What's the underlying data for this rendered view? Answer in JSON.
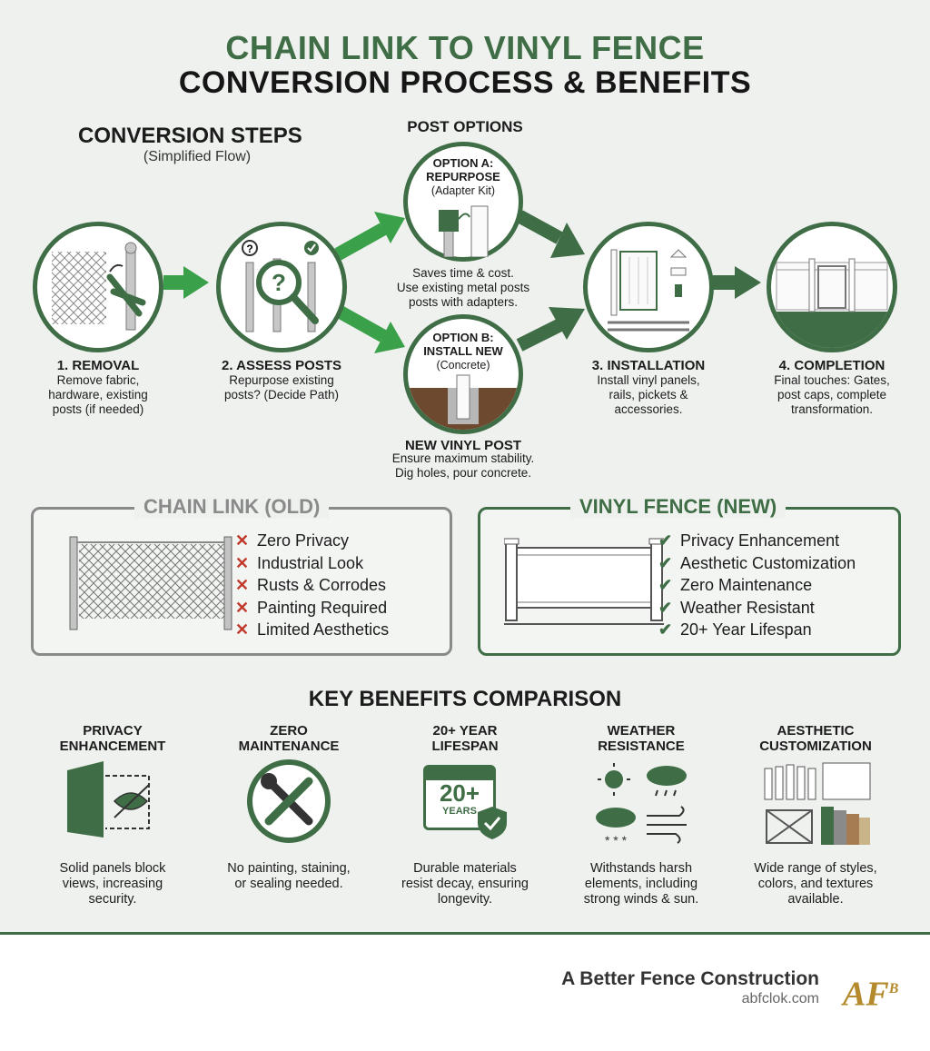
{
  "header": {
    "title_line1": "CHAIN LINK TO VINYL FENCE",
    "title_line2": "CONVERSION PROCESS & BENEFITS"
  },
  "steps": {
    "heading": "CONVERSION STEPS",
    "subheading": "(Simplified Flow)",
    "items": [
      {
        "title": "1. REMOVAL",
        "desc": [
          "Remove fabric,",
          "hardware, existing",
          "posts (if needed)"
        ]
      },
      {
        "title": "2. ASSESS POSTS",
        "desc": [
          "Repurpose existing",
          "posts? (Decide Path)"
        ]
      },
      {
        "title": "3. INSTALLATION",
        "desc": [
          "Install vinyl panels,",
          "rails, pickets &",
          "accessories."
        ]
      },
      {
        "title": "4. COMPLETION",
        "desc": [
          "Final touches: Gates,",
          "post caps, complete",
          "transformation."
        ]
      }
    ]
  },
  "post_options": {
    "heading": "POST OPTIONS",
    "option_a": {
      "title_1": "OPTION A:",
      "title_2": "REPURPOSE",
      "sub": "(Adapter Kit)",
      "desc": [
        "Saves time & cost.",
        "Use existing metal posts",
        "posts with adapters."
      ]
    },
    "option_b": {
      "title_1": "OPTION B:",
      "title_2": "INSTALL NEW",
      "sub": "(Concrete)",
      "desc_title": "NEW VINYL POST",
      "desc": [
        "Ensure maximum stability.",
        "Dig holes, pour concrete."
      ]
    }
  },
  "comparison": {
    "old": {
      "label": "CHAIN LINK (OLD)",
      "items": [
        "Zero Privacy",
        "Industrial Look",
        "Rusts & Corrodes",
        "Painting Required",
        "Limited Aesthetics"
      ]
    },
    "new": {
      "label": "VINYL FENCE (NEW)",
      "items": [
        "Privacy Enhancement",
        "Aesthetic Customization",
        "Zero Maintenance",
        "Weather Resistant",
        "20+ Year Lifespan"
      ]
    }
  },
  "benefits": {
    "heading": "KEY BENEFITS COMPARISON",
    "items": [
      {
        "title_1": "PRIVACY",
        "title_2": "ENHANCEMENT",
        "desc": [
          "Solid panels block",
          "views, increasing",
          "security."
        ]
      },
      {
        "title_1": "ZERO",
        "title_2": "MAINTENANCE",
        "desc": [
          "No painting, staining,",
          "or sealing needed."
        ]
      },
      {
        "title_1": "20+ YEAR",
        "title_2": "LIFESPAN",
        "badge_big": "20+",
        "badge_small": "YEARS",
        "desc": [
          "Durable materials",
          "resist decay, ensuring",
          "longevity."
        ]
      },
      {
        "title_1": "WEATHER",
        "title_2": "RESISTANCE",
        "desc": [
          "Withstands harsh",
          "elements, including",
          "strong winds & sun."
        ]
      },
      {
        "title_1": "AESTHETIC",
        "title_2": "CUSTOMIZATION",
        "desc": [
          "Wide range of styles,",
          "colors, and textures",
          "available."
        ]
      }
    ]
  },
  "footer": {
    "brand": "A Better Fence Construction",
    "website": "abfclok.com",
    "logo_text": "AFB"
  },
  "colors": {
    "green": "#3f6d45",
    "bright_green": "#3aa14a",
    "red": "#c0392b",
    "gray": "#8a8a8a"
  }
}
